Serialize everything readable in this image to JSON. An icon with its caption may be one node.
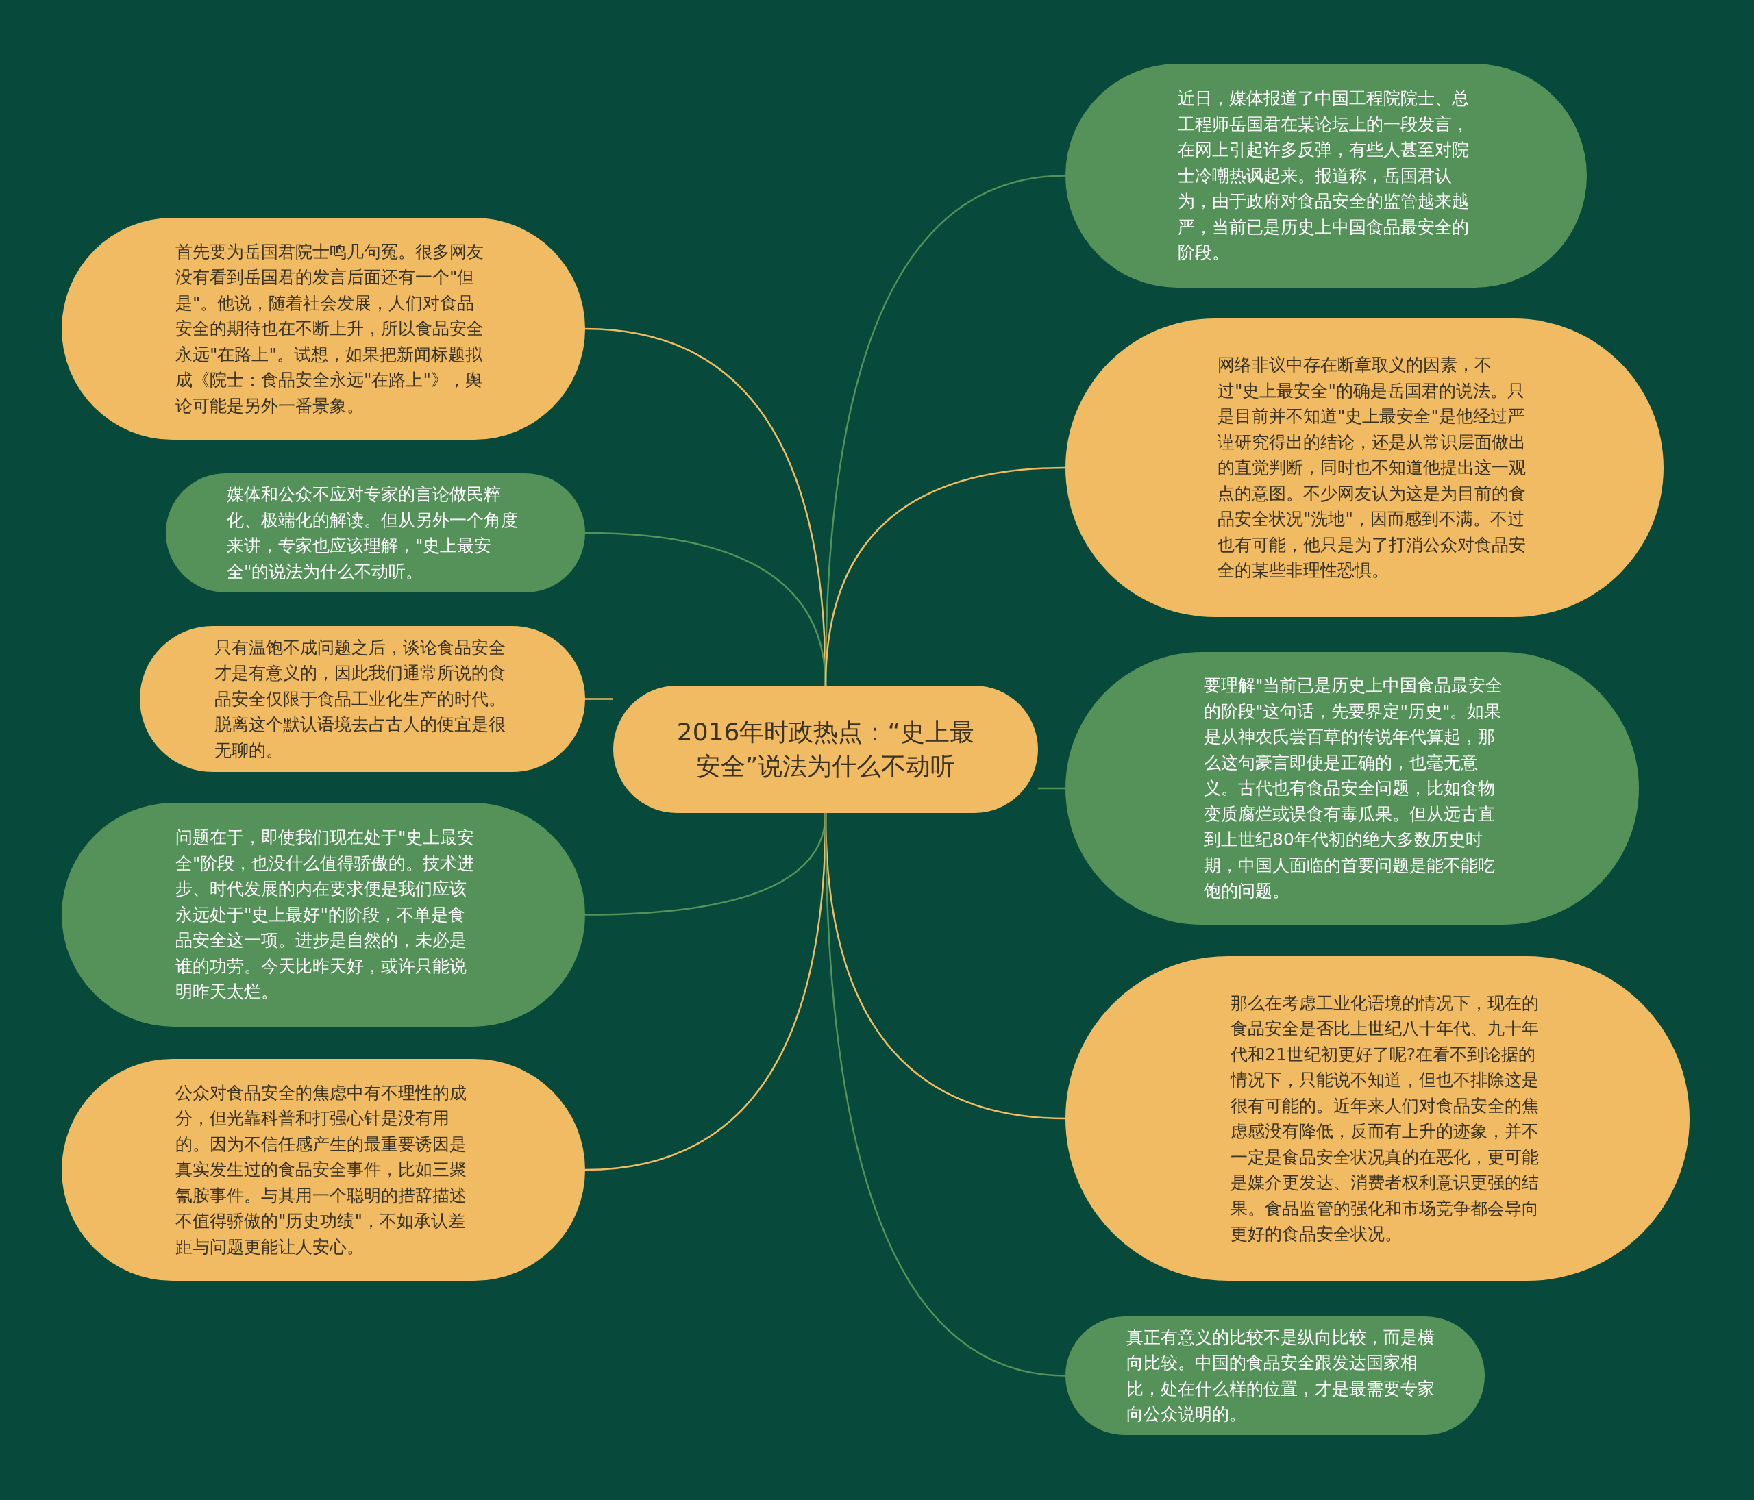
{
  "diagram": {
    "nodes": [
      {
        "text": [
          "2016年时政热点：“史上最安全”说法为什么不动听"
        ]
      },
      {
        "text": [
          "首先要为岳国君院士鸣几句冤。很多网友没有看到岳国君的发言后面还有一个\"但是\"。他说，随着社会发展，人们对食品安全的期待也在不断上升，所以食品安全永远\"在路上\"。试想，如果把新闻标题拟成《院士：食品安全永远\"在路上\"》，舆论可能是另外一番景象。"
        ]
      },
      {
        "text": [
          "媒体和公众不应对专家的言论做民粹化、极端化的解读。但从另外一个角度来讲，专家也应该理解，\"史上最安全\"的说法为什么不动听。"
        ]
      },
      {
        "text": [
          "只有温饱不成问题之后，谈论食品安全才是有意义的，因此我们通常所说的食品安全仅限于食品工业化生产的时代。脱离这个默认语境去占古人的便宜是很无聊的。"
        ]
      },
      {
        "text": [
          "问题在于，即使我们现在处于\"史上最安全\"阶段，也没什么值得骄傲的。技术进步、时代发展的内在要求便是我们应该永远处于\"史上最好\"的阶段，不单是食品安全这一项。进步是自然的，未必是谁的功劳。今天比昨天好，或许只能说明昨天太烂。"
        ]
      },
      {
        "text": [
          "公众对食品安全的焦虑中有不理性的成分，但光靠科普和打强心针是没有用的。因为不信任感产生的最重要诱因是真实发生过的食品安全事件，比如三聚氰胺事件。与其用一个聪明的措辞描述不值得骄傲的\"历史功绩\"，不如承认差距与问题更能让人安心。"
        ]
      },
      {
        "text": [
          "近日，媒体报道了中国工程院院士、总工程师岳国君在某论坛上的一段发言，在网上引起许多反弹，有些人甚至对院士冷嘲热讽起来。报道称，岳国君认为，由于政府对食品安全的监管越来越严，当前已是历史上中国食品最安全的阶段。"
        ]
      },
      {
        "text": [
          "网络非议中存在断章取义的因素，不过\"史上最安全\"的确是岳国君的说法。只是目前并不知道\"史上最安全\"是他经过严谨研究得出的结论，还是从常识层面做出的直觉判断，同时也不知道他提出这一观点的意图。不少网友认为这是为目前的食品安全状况\"洗地\"，因而感到不满。不过也有可能，他只是为了打消公众对食品安全的某些非理性恐惧。"
        ]
      },
      {
        "text": [
          "要理解\"当前已是历史上中国食品最安全的阶段\"这句话，先要界定\"历史\"。如果是从神农氏尝百草的传说年代算起，那么这句豪言即使是正确的，也毫无意义。古代也有食品安全问题，比如食物变质腐烂或误食有毒瓜果。但从远古直到上世纪80年代初的绝大多数历史时期，中国人面临的首要问题是能不能吃饱的问题。"
        ]
      },
      {
        "text": [
          "那么在考虑工业化语境的情况下，现在的食品安全是否比上世纪八十年代、九十年代和21世纪初更好了呢?在看不到论据的情况下，只能说不知道，但也不排除这是很有可能的。近年来人们对食品安全的焦虑感没有降低，反而有上升的迹象，并不一定是食品安全状况真的在恶化，更可能是媒介更发达、消费者权利意识更强的结果。食品监管的强化和市场竞争都会导向更好的食品安全状况。"
        ]
      },
      {
        "text": [
          "真正有意义的比较不是纵向比较，而是横向比较。中国的食品安全跟发达国家相比，处在什么样的位置，才是最需要专家向公众说明的。"
        ]
      }
    ],
    "edges": [
      {
        "from": 0,
        "to": 1,
        "arrow": "none",
        "color": "#f0bb62"
      },
      {
        "from": 0,
        "to": 2,
        "arrow": "none",
        "color": "#54925a"
      },
      {
        "from": 0,
        "to": 3,
        "arrow": "none",
        "color": "#f0bb62"
      },
      {
        "from": 0,
        "to": 4,
        "arrow": "none",
        "color": "#54925a"
      },
      {
        "from": 0,
        "to": 5,
        "arrow": "none",
        "color": "#f0bb62"
      },
      {
        "from": 0,
        "to": 6,
        "arrow": "none",
        "color": "#54925a"
      },
      {
        "from": 0,
        "to": 7,
        "arrow": "none",
        "color": "#f0bb62"
      },
      {
        "from": 0,
        "to": 8,
        "arrow": "none",
        "color": "#54925a"
      },
      {
        "from": 0,
        "to": 9,
        "arrow": "none",
        "color": "#f0bb62"
      },
      {
        "from": 0,
        "to": 10,
        "arrow": "none",
        "color": "#54925a"
      }
    ]
  }
}
